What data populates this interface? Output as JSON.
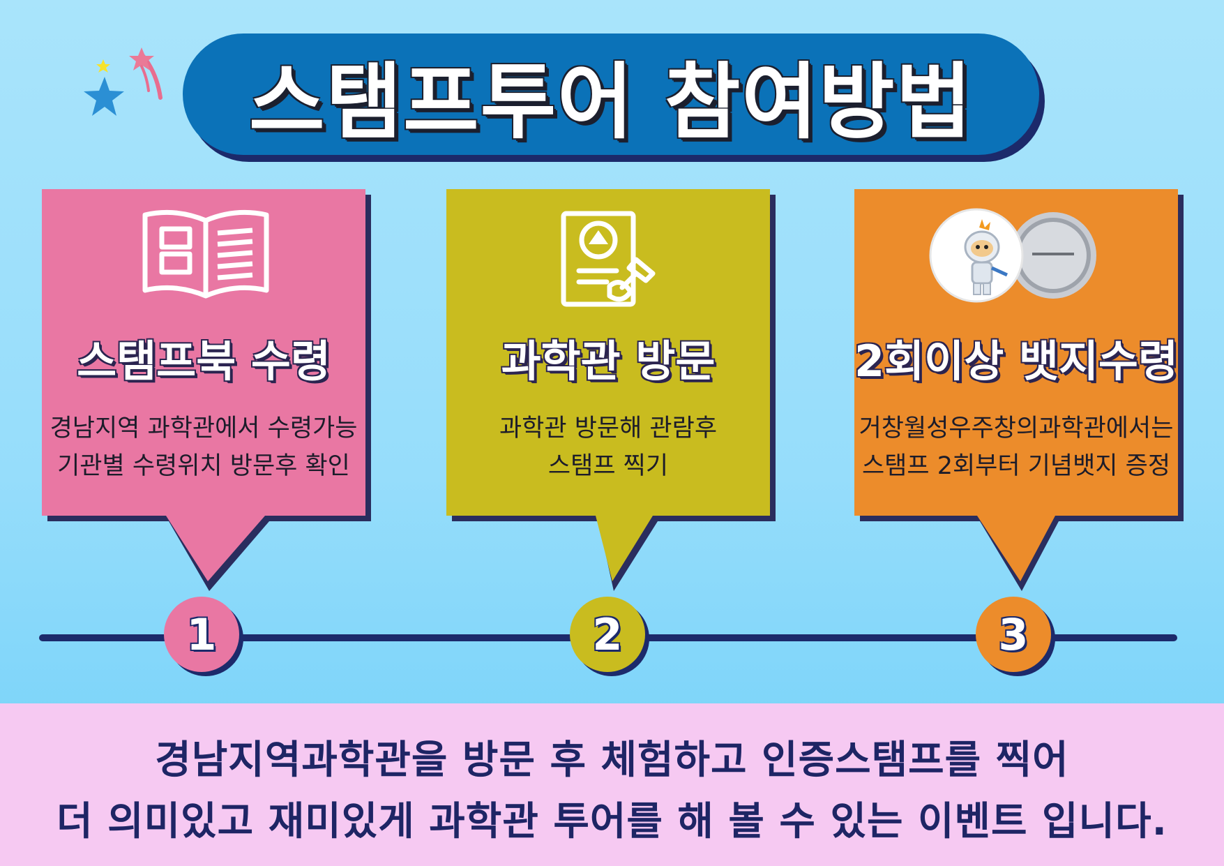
{
  "title": "스탬프투어 참여방법",
  "colors": {
    "card1": "#e977a3",
    "card2": "#c9bc1f",
    "card3": "#ec8c2b",
    "navy": "#1c2a6b",
    "title_pill": "#0b72b8",
    "footer_bg": "#f6c9f2"
  },
  "cards": [
    {
      "icon": "book-icon",
      "title": "스탬프북 수령",
      "desc_line1": "경남지역 과학관에서 수령가능",
      "desc_line2": "기관별 수령위치 방문후 확인",
      "step": "1"
    },
    {
      "icon": "stamp-document-icon",
      "title": "과학관 방문",
      "desc_line1": "과학관 방문해 관람후",
      "desc_line2": "스탬프 찍기",
      "step": "2"
    },
    {
      "icon": "badge-icon",
      "title": "2회이상 뱃지수령",
      "desc_line1": "거창월성우주창의과학관에서는",
      "desc_line2": "스탬프 2회부터 기념뱃지 증정",
      "step": "3"
    }
  ],
  "footer": {
    "line1": "경남지역과학관을 방문 후 체험하고 인증스탬프를 찍어",
    "line2": "더 의미있고 재미있게 과학관 투어를 해 볼 수 있는 이벤트 입니다."
  }
}
